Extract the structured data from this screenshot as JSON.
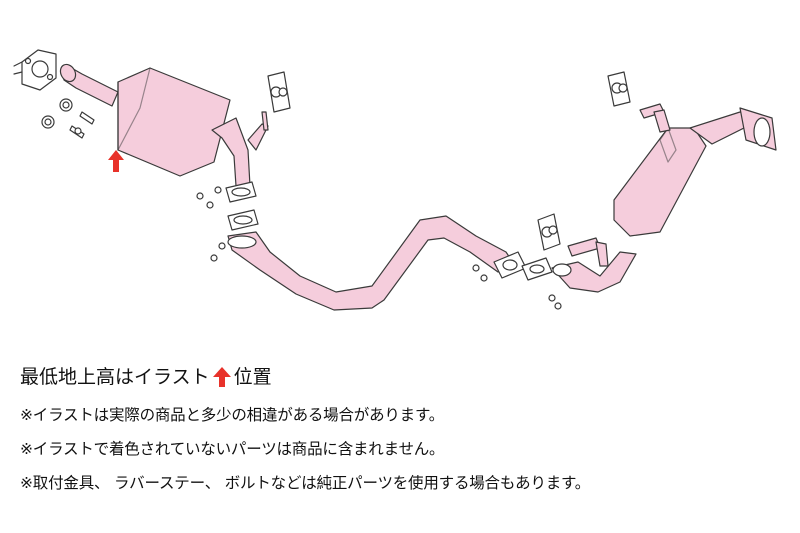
{
  "notes": {
    "clearance_prefix": "最低地上高はイラスト",
    "clearance_suffix": "位置",
    "items": [
      "※イラストは実際の商品と多少の相違がある場合があります。",
      "※イラストで着色されていないパーツは商品に含まれません。",
      "※取付金具、 ラバーステー、 ボルトなどは純正パーツを使用する場合もあります。"
    ]
  },
  "colors": {
    "pipe_fill": "#f5cddc",
    "outline": "#3a3a3a",
    "arrow": "#e8322a",
    "background": "#ffffff"
  }
}
